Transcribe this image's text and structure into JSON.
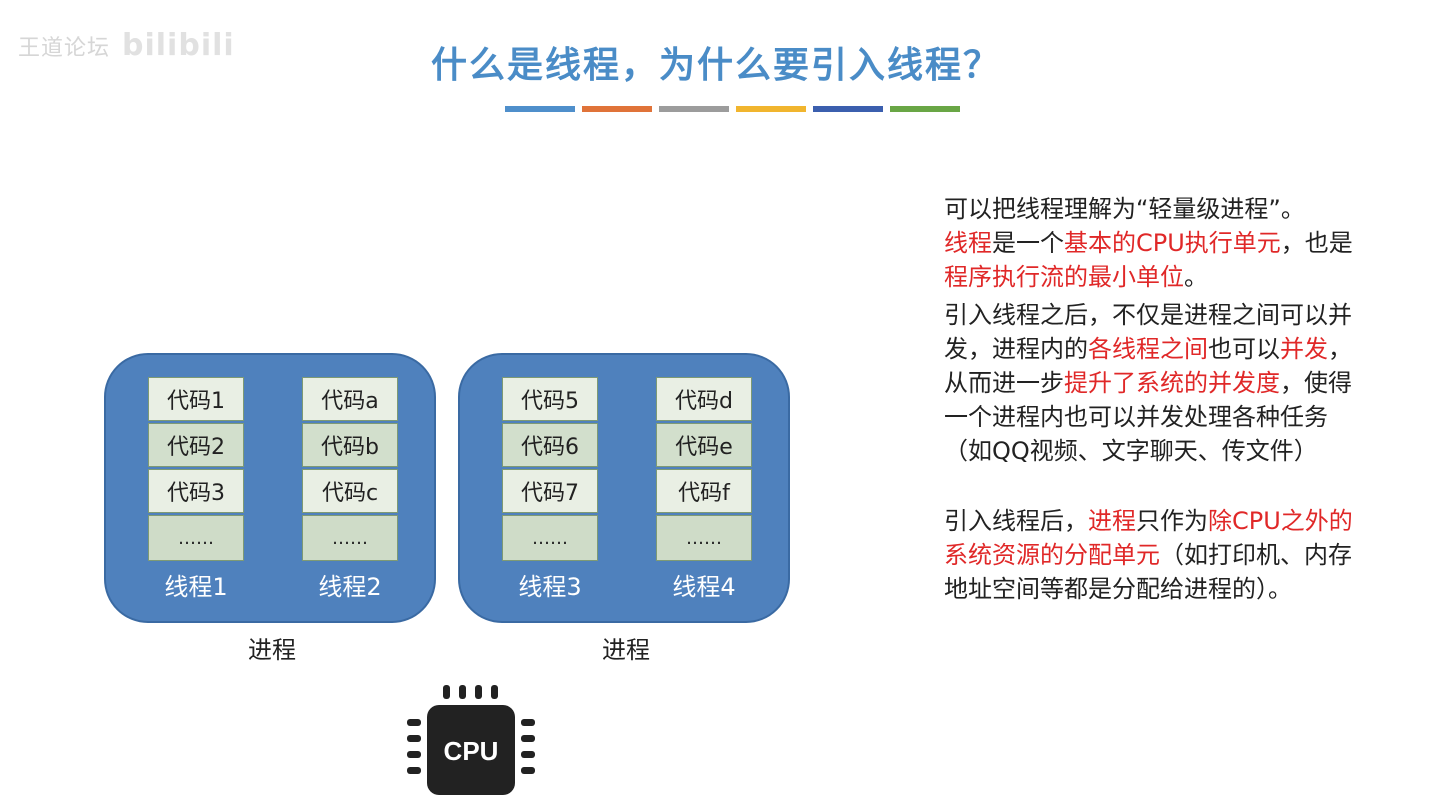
{
  "watermark": {
    "text": "王道论坛",
    "logo": "bilibili"
  },
  "title": "什么是线程，为什么要引入线程？",
  "colors": {
    "title": "#4a8cc7",
    "process_fill": "#4f81bd",
    "highlight": "#e02828",
    "bar": [
      "#4f8fcb",
      "#e07339",
      "#9c9c9c",
      "#f1b52e",
      "#3b5fae",
      "#69a645"
    ]
  },
  "processes": [
    {
      "label": "进程",
      "threads": [
        {
          "label": "线程1",
          "cells": [
            "代码1",
            "代码2",
            "代码3",
            "……"
          ]
        },
        {
          "label": "线程2",
          "cells": [
            "代码a",
            "代码b",
            "代码c",
            "……"
          ]
        }
      ]
    },
    {
      "label": "进程",
      "threads": [
        {
          "label": "线程3",
          "cells": [
            "代码5",
            "代码6",
            "代码7",
            "……"
          ]
        },
        {
          "label": "线程4",
          "cells": [
            "代码d",
            "代码e",
            "代码f",
            "……"
          ]
        }
      ]
    }
  ],
  "cpu": {
    "label": "CPU",
    "icon": "cpu-chip-icon"
  },
  "text": {
    "para1": "可以把线程理解为“轻量级进程”。",
    "para2": {
      "s1": "线程",
      "s2": "是一个",
      "s3": "基本的CPU执行单元",
      "s4": "，",
      "s5": "也是",
      "s6": "程序执行流的最小单位",
      "s7": "。"
    },
    "para3": {
      "s1": "引入线程之后，不仅是进程之间可以并发，进程内的",
      "s2": "各线程之间",
      "s3": "也可以",
      "s4": "并发",
      "s5": "，从而进一步",
      "s6": "提升了系统的并发度",
      "s7": "，使得一个进程内也可以并发处理各种任务（如QQ视频、文字聊天、传文件）"
    },
    "para4": {
      "s1": "引入线程后，",
      "s2": "进程",
      "s3": "只作为",
      "s4": "除CPU之外的系统资源的分配单元",
      "s5": "（如打印机、内存地址空间等都是分配给进程的）。"
    }
  }
}
